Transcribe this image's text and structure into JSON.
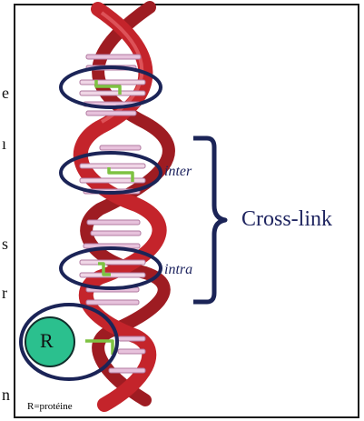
{
  "diagram": {
    "labels": {
      "inter": "inter",
      "intra": "intra",
      "cross_link": "Cross-link",
      "protein_symbol": "R",
      "caption": "R=protéine"
    },
    "left_edge_fragments": [
      "e",
      "ı",
      "s",
      "r",
      "n"
    ],
    "colors": {
      "helix_red": "#c4242b",
      "base_pair_pink": "#e7c2dc",
      "crosslink_green": "#7ec242",
      "ellipse_navy": "#1b2457",
      "protein_teal": "#2bc08e"
    }
  }
}
